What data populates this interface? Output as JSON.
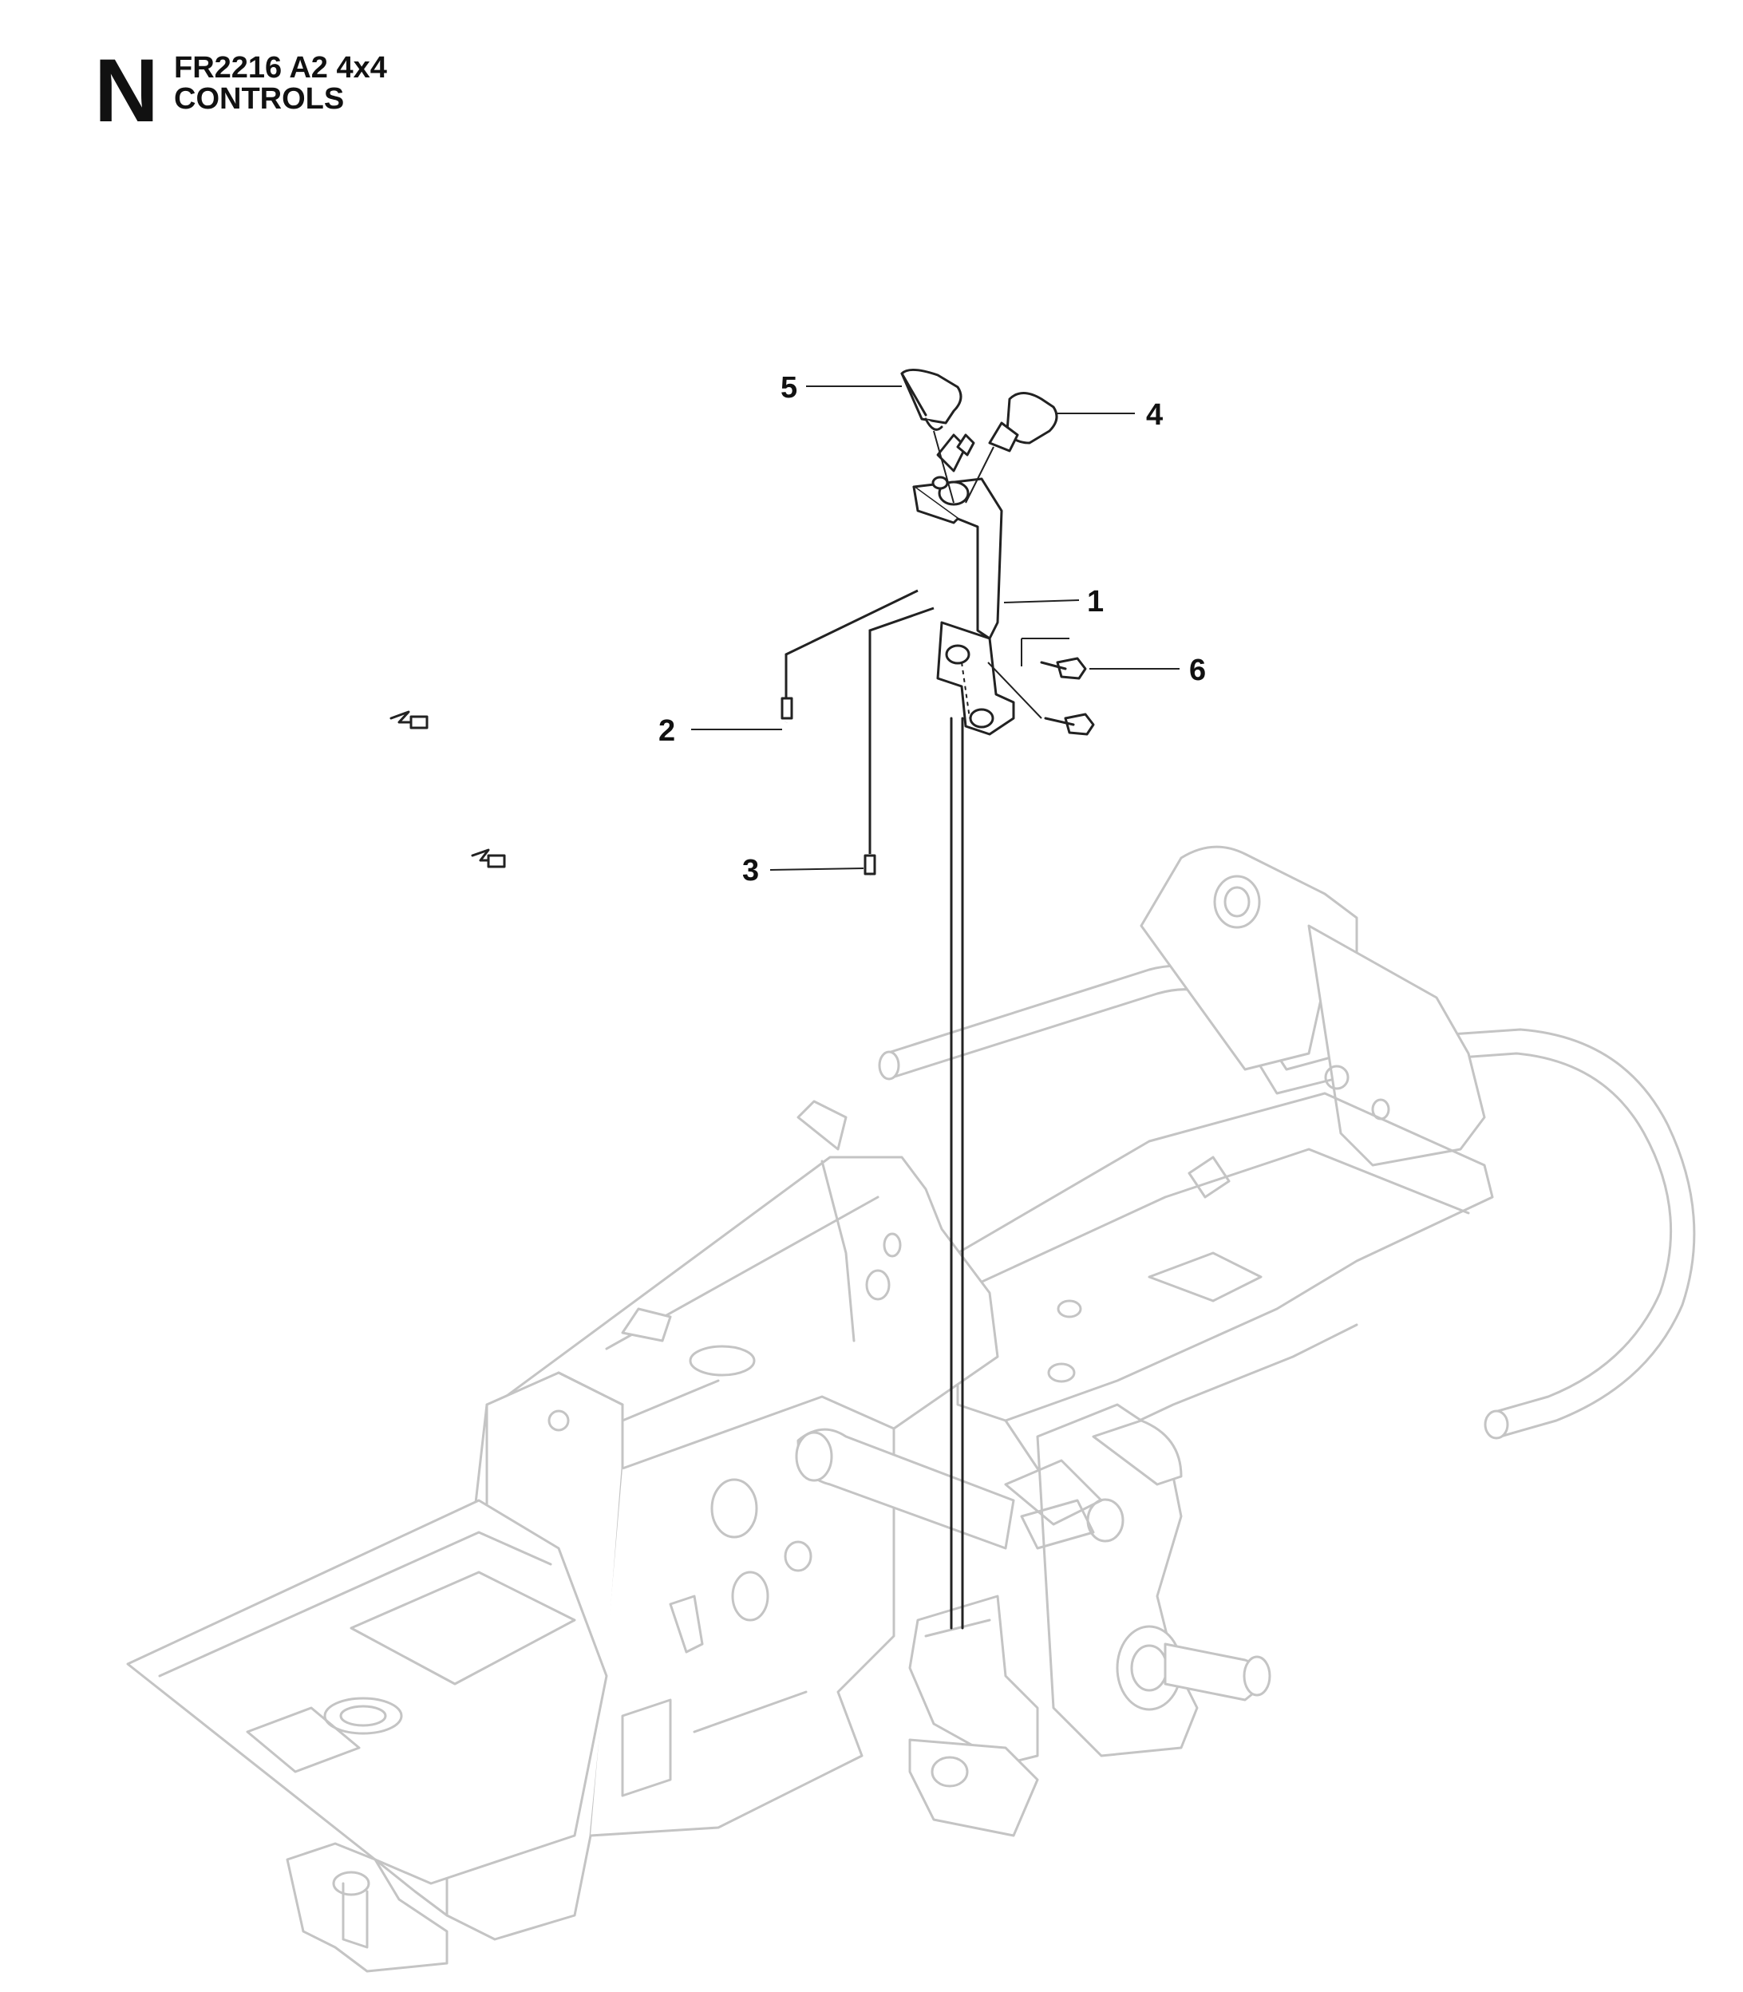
{
  "header": {
    "section_letter": "N",
    "model": "FR2216 A2 4x4",
    "section_name": "CONTROLS"
  },
  "callouts": [
    {
      "label": "1",
      "part": "lever-bracket"
    },
    {
      "label": "2",
      "part": "cable-upper"
    },
    {
      "label": "3",
      "part": "cable-lower"
    },
    {
      "label": "4",
      "part": "knob-right"
    },
    {
      "label": "5",
      "part": "knob-left"
    },
    {
      "label": "6",
      "part": "bolts"
    }
  ]
}
